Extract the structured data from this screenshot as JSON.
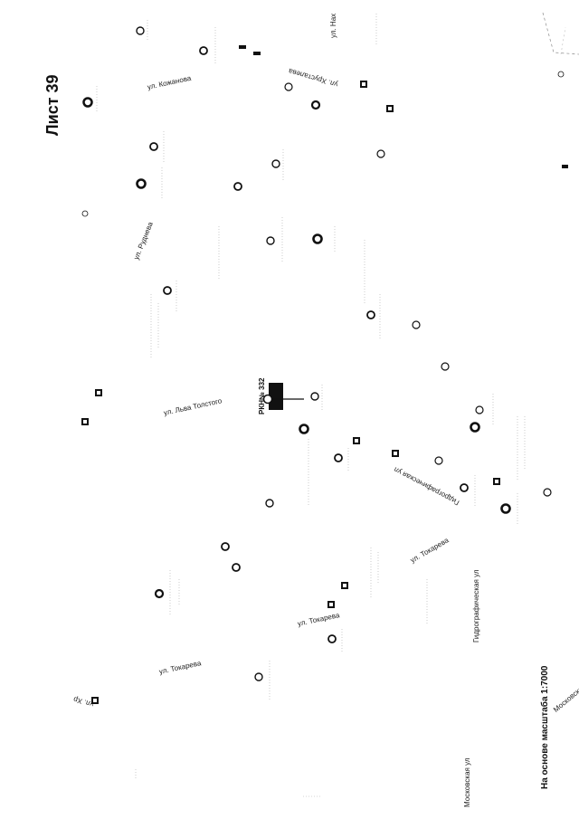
{
  "sheet": {
    "title": "Лист 39"
  },
  "scale_note": "На основе масштаба 1:7000",
  "marker": {
    "label": "РКН№ 332"
  },
  "streets": {
    "kozhanova": "ул. Кожанова",
    "khrustaleva": "ул. Хрусталева",
    "rudneva": "ул. Руднева",
    "lva_tolstogo": "ул. Льва Толстого",
    "gidrografichesky_1": "Гидрографическая ул",
    "gidrografichesky_2": "Гидрографическая ул",
    "tokareva_1": "ул. Токарева",
    "tokareva_2": "ул. Токарева",
    "tokareva_3": "ул. Токарева",
    "moskovskaya": "Московская",
    "partial_1": "ул. Нах",
    "partial_2": "Московская ул",
    "partial_3": "ул. Хр"
  },
  "colors": {
    "ink": "#111111",
    "light_ink": "#888888"
  }
}
